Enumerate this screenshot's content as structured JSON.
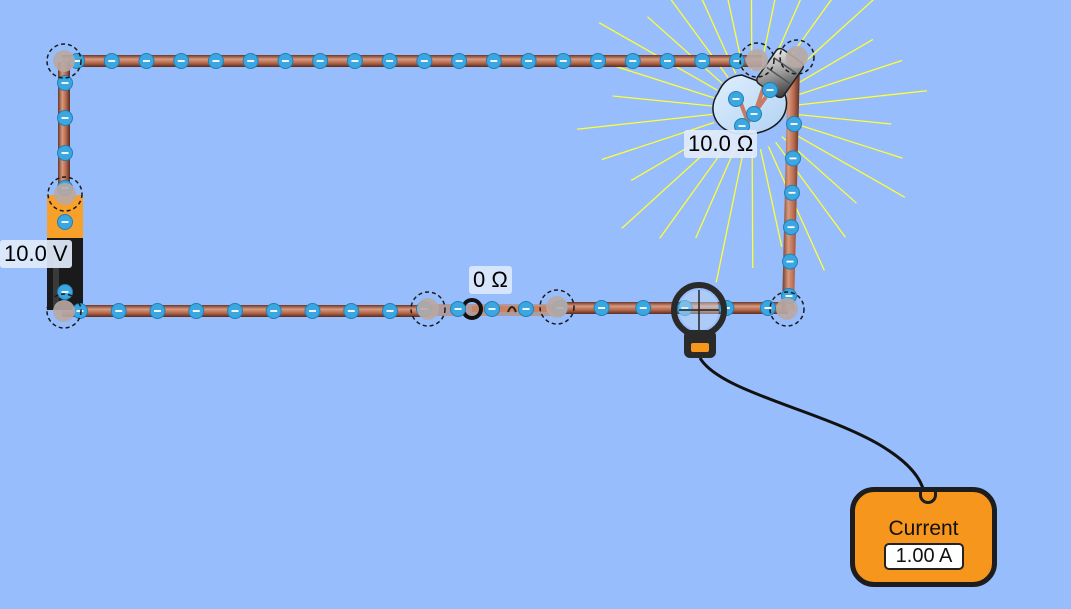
{
  "battery": {
    "voltage_label": "10.0 V"
  },
  "bulb": {
    "resistance_label": "10.0 Ω",
    "lit": true
  },
  "switch": {
    "resistance_label": "0 Ω",
    "state": "closed"
  },
  "ammeter": {
    "title": "Current",
    "reading": "1.00 A"
  },
  "colors": {
    "background": "#98BDFD",
    "wire": "#B86A4E",
    "electron": "#3BA6E0",
    "light_ray": "#FFFF33",
    "meter_body": "#F7961C",
    "battery_positive": "#F7A02A",
    "battery_negative": "#1A1A1A"
  },
  "icons": {
    "electron": "electron-minus-icon",
    "vertex": "dashed-circle-vertex-icon",
    "probe": "crosshair-probe-icon"
  }
}
